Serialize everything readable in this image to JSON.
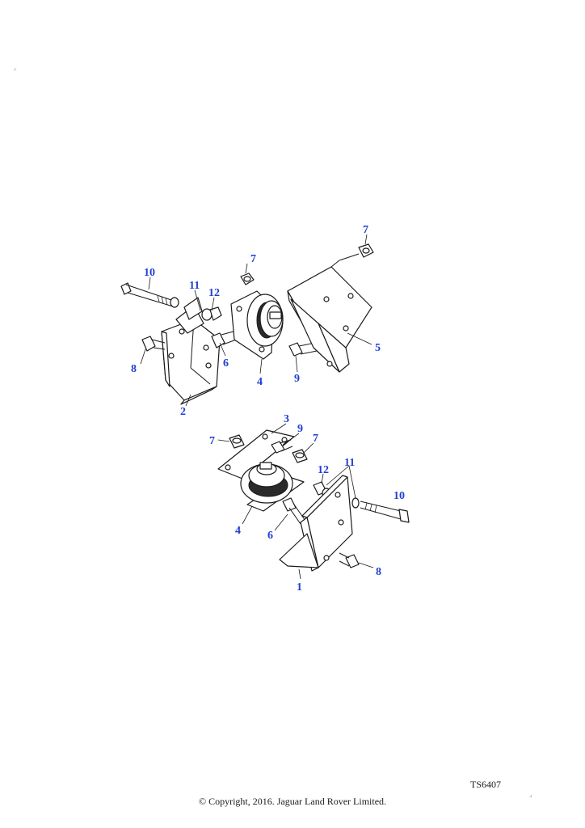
{
  "callouts": {
    "c7_top": "7",
    "c7_mid": "7",
    "c10_upper": "10",
    "c11_upper": "11",
    "c12_upper": "12",
    "c8_upper": "8",
    "c6_upper": "6",
    "c4_upper": "4",
    "c9_upper": "9",
    "c5": "5",
    "c2": "2",
    "c3": "3",
    "c7_low_left": "7",
    "c9_lower": "9",
    "c7_low_right": "7",
    "c11_lower": "11",
    "c12_lower": "12",
    "c10_lower": "10",
    "c4_lower": "4",
    "c6_lower": "6",
    "c8_lower": "8",
    "c1": "1"
  },
  "figure_ref": "TS6407",
  "copyright": "© Copyright, 2016. Jaguar Land Rover Limited.",
  "colors": {
    "callout": "#1f3fd1",
    "line": "#1a1a1a"
  }
}
